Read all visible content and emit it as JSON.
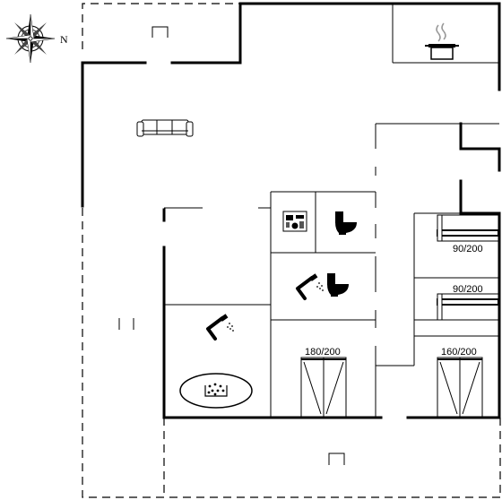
{
  "compass": {
    "north_label": "N",
    "icon": "compass-rose-icon"
  },
  "beds": [
    {
      "size": "90/200"
    },
    {
      "size": "90/200"
    },
    {
      "size": "180/200"
    },
    {
      "size": "160/200"
    }
  ],
  "icons": [
    "compass-rose-icon",
    "sofa-icon",
    "cooking-pot-icon",
    "washing-machine-icon",
    "toilet-icon",
    "shower-icon",
    "hot-tub-icon",
    "door-marker-icon"
  ]
}
